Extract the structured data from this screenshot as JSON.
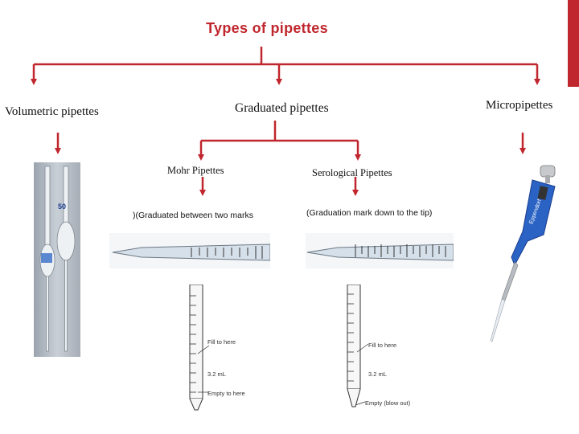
{
  "title": "Types of pipettes",
  "categories": {
    "volumetric": "Volumetric pipettes",
    "graduated": "Graduated pipettes",
    "micro": "Micropipettes"
  },
  "graduated_types": {
    "mohr": {
      "label": "Mohr Pipettes",
      "note": ")(Graduated between two marks"
    },
    "serological": {
      "label": "Serological Pipettes",
      "note": "(Graduation mark down to the tip)"
    }
  },
  "diagram_labels": {
    "fill_to_here": "Fill to here",
    "volume": "3.2 mL",
    "empty_to_here": "Empty to here",
    "empty_blow_out": "Empty (blow out)",
    "volumetric_marking": "50",
    "micropipette_brand": "Eppendorf"
  },
  "colors": {
    "accent": "#c0262d",
    "pipette_blue": "#2a63c4"
  }
}
